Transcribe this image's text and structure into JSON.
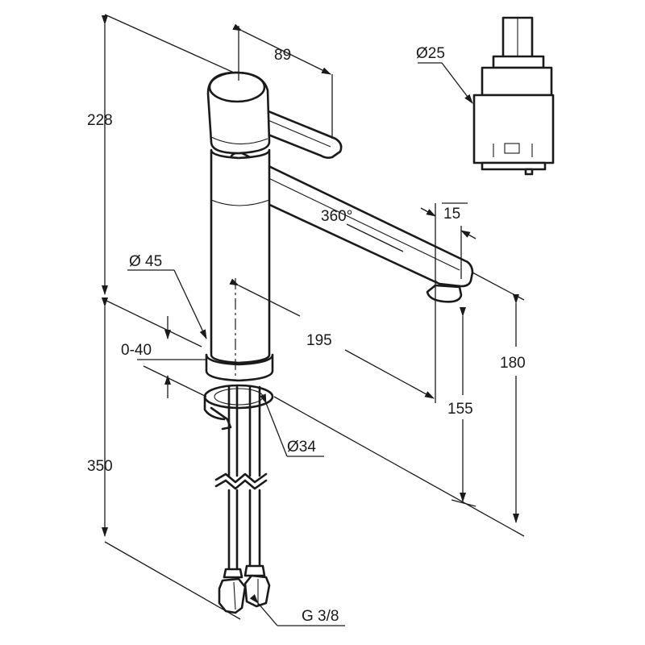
{
  "drawing": {
    "dimensions": {
      "height_total": "228",
      "handle_length": "89",
      "cartridge_diameter": "Ø25",
      "rotation": "360°",
      "spout_width": "15",
      "body_diameter": "Ø 45",
      "counter_thickness": "0-40",
      "spout_reach": "195",
      "spout_height": "155",
      "overall_height": "180",
      "hole_diameter": "Ø34",
      "hose_length": "350",
      "connection_thread": "G 3/8"
    }
  }
}
